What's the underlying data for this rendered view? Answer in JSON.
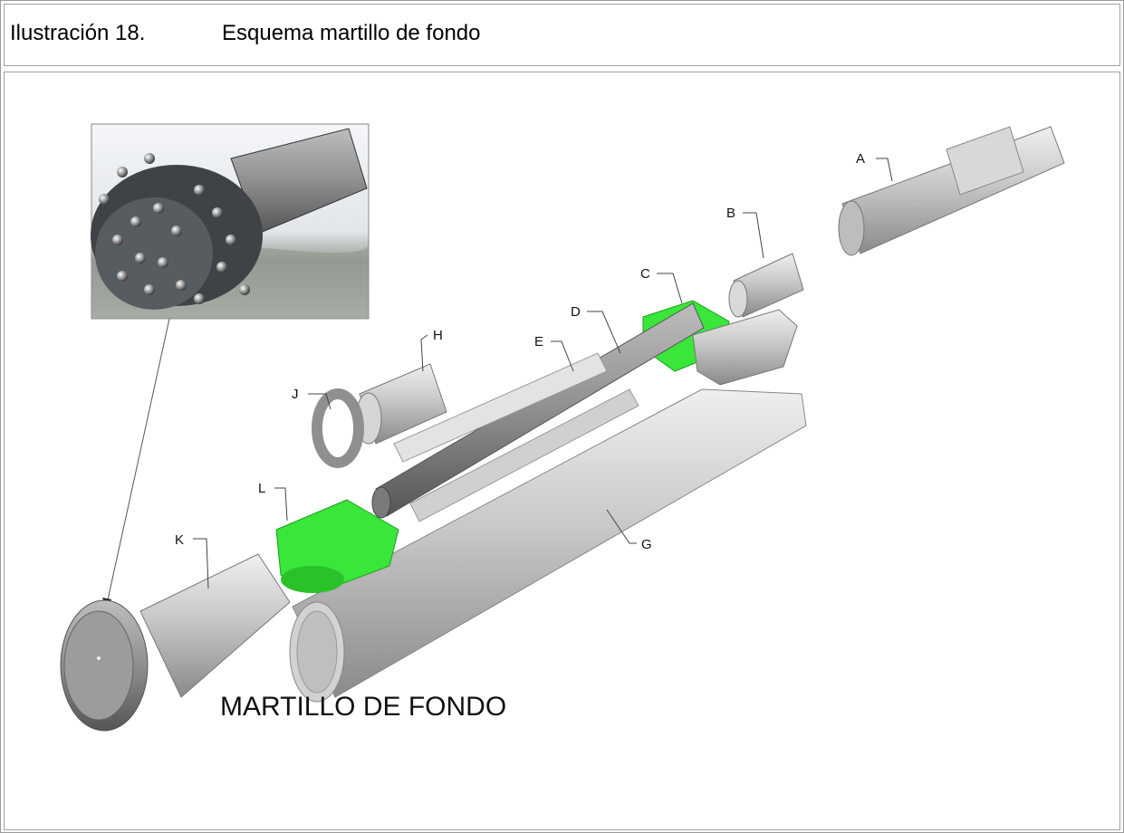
{
  "caption": {
    "number": "Ilustración 18.",
    "title": "Esquema martillo de fondo"
  },
  "diagram": {
    "main_label": "MARTILLO DE FONDO",
    "part_labels": {
      "A": "A",
      "B": "B",
      "C": "C",
      "D": "D",
      "E": "E",
      "G": "G",
      "H": "H",
      "J": "J",
      "K": "K",
      "L": "L"
    },
    "colors": {
      "steel_light": "#d6d6d6",
      "steel_mid": "#a9a9a9",
      "steel_dark": "#6f6f6f",
      "accent_green": "#39e639"
    },
    "inset_photo": "drill-bit-photo"
  }
}
